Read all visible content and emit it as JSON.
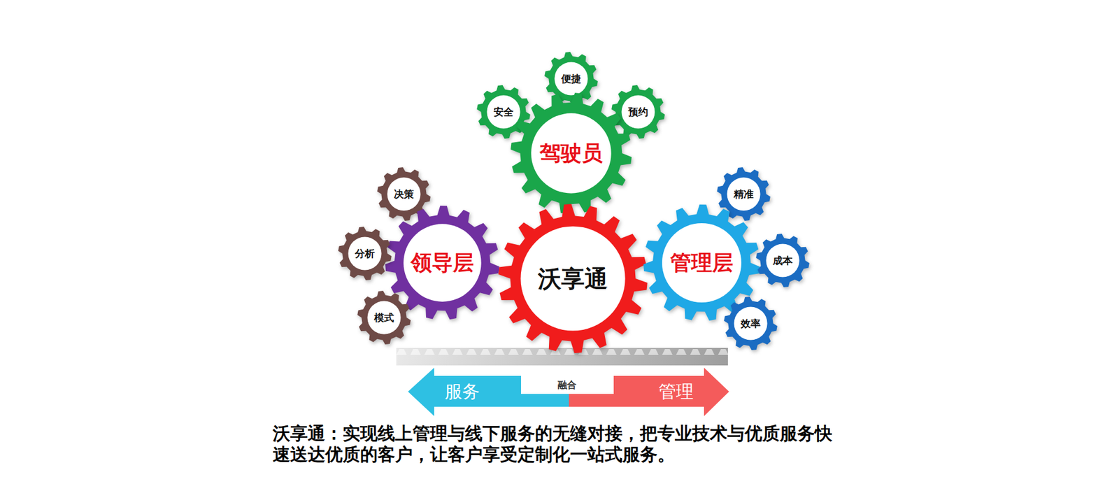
{
  "diagram": {
    "caption": "沃享通：实现线上管理与线下服务的无缝对接，把专业技术与优质服务快速送达优质的客户，让客户享受定制化一站式服务。",
    "nodes": [
      {
        "text": [
          "便捷"
        ]
      },
      {
        "text": [
          "安全"
        ]
      },
      {
        "text": [
          "预约"
        ]
      },
      {
        "text": [
          "驾驶员"
        ]
      },
      {
        "text": [
          "决策"
        ]
      },
      {
        "text": [
          "精准"
        ]
      },
      {
        "text": [
          "领导层"
        ]
      },
      {
        "text": [
          "沃享通"
        ]
      },
      {
        "text": [
          "管理层"
        ]
      },
      {
        "text": [
          "分析"
        ]
      },
      {
        "text": [
          "成本"
        ]
      },
      {
        "text": [
          "模式"
        ]
      },
      {
        "text": [
          "效率"
        ]
      },
      {
        "text": [
          "服务"
        ]
      },
      {
        "text": [
          "管理"
        ]
      }
    ],
    "labels": [
      "融合"
    ]
  }
}
